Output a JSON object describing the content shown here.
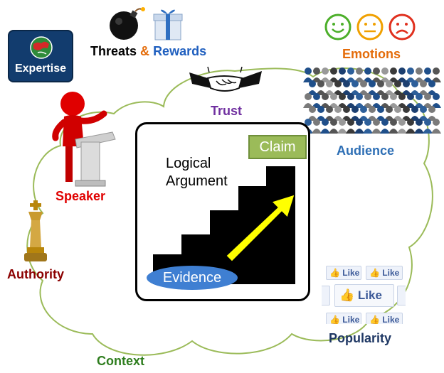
{
  "labels": {
    "expertise": "Expertise",
    "threats": "Threats",
    "ampersand": "&",
    "rewards": "Rewards",
    "emotions": "Emotions",
    "trust": "Trust",
    "speaker": "Speaker",
    "audience": "Audience",
    "authority": "Authority",
    "popularity": "Popularity",
    "context": "Context"
  },
  "center": {
    "title_line1": "Logical",
    "title_line2": "Argument",
    "claim": "Claim",
    "inference": "Inference",
    "evidence": "Evidence"
  },
  "like_button": "Like",
  "colors": {
    "cloud_outline": "#9bbb59",
    "threats": "#000000",
    "rewards": "#1f5fbf",
    "emotions": "#e46c0a",
    "trust": "#7030a0",
    "speaker": "#e00000",
    "audience": "#2e6fb5",
    "authority": "#8b0000",
    "popularity": "#1f3864",
    "context": "#2e7d1e",
    "claim_box": "#9bbb59",
    "evidence_ellipse": "#3f7fd2",
    "inference_arrow": "#ffff00"
  },
  "icons": [
    "bomb-icon",
    "gift-icon",
    "globe-icon",
    "smiley-happy-icon",
    "smiley-neutral-icon",
    "smiley-sad-icon",
    "handshake-icon",
    "crowd-icon",
    "speaker-figure-icon",
    "chess-king-icon",
    "like-thumb-icon"
  ]
}
